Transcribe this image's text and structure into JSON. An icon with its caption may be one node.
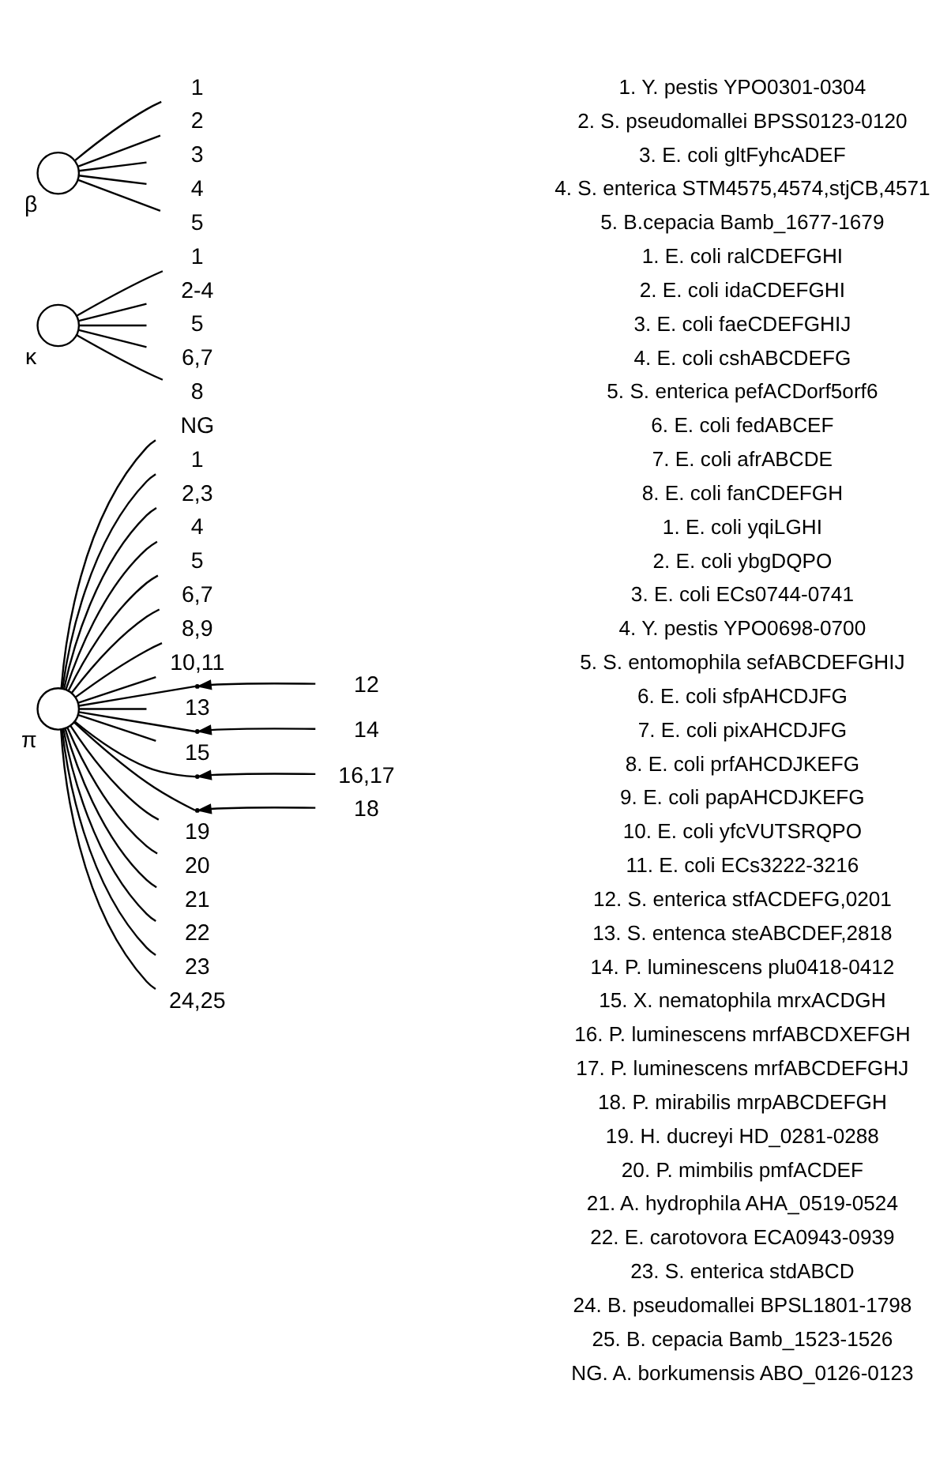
{
  "diagram": {
    "nodes": [
      {
        "text": [],
        "shape": "circle",
        "beside": [
          "β"
        ]
      },
      {
        "text": [
          "1"
        ]
      },
      {
        "text": [
          "2"
        ]
      },
      {
        "text": [
          "3"
        ]
      },
      {
        "text": [
          "4"
        ]
      },
      {
        "text": [
          "5"
        ]
      },
      {
        "text": [],
        "shape": "circle",
        "beside": [
          "κ"
        ]
      },
      {
        "text": [
          "1"
        ]
      },
      {
        "text": [
          "2-4"
        ]
      },
      {
        "text": [
          "5"
        ]
      },
      {
        "text": [
          "6,7"
        ]
      },
      {
        "text": [
          "8"
        ]
      },
      {
        "text": [],
        "shape": "circle",
        "beside": [
          "π"
        ]
      },
      {
        "text": [
          "NG"
        ]
      },
      {
        "text": [
          "1"
        ]
      },
      {
        "text": [
          "2,3"
        ]
      },
      {
        "text": [
          "4"
        ]
      },
      {
        "text": [
          "5"
        ]
      },
      {
        "text": [
          "6,7"
        ]
      },
      {
        "text": [
          "8,9"
        ]
      },
      {
        "text": [
          "10,11"
        ]
      },
      {
        "text": [],
        "shape": "bar"
      },
      {
        "text": [
          "12"
        ]
      },
      {
        "text": [
          "13"
        ]
      },
      {
        "text": [],
        "shape": "bar"
      },
      {
        "text": [
          "14"
        ]
      },
      {
        "text": [
          "15"
        ]
      },
      {
        "text": [],
        "shape": "bar"
      },
      {
        "text": [
          "16,17"
        ]
      },
      {
        "text": [],
        "shape": "bar"
      },
      {
        "text": [
          "18"
        ]
      },
      {
        "text": [
          "19"
        ]
      },
      {
        "text": [
          "20"
        ]
      },
      {
        "text": [
          "21"
        ]
      },
      {
        "text": [
          "22"
        ]
      },
      {
        "text": [
          "23"
        ]
      },
      {
        "text": [
          "24,25"
        ]
      }
    ],
    "edges": [
      {
        "from": 0,
        "to": 1,
        "arrow": "none"
      },
      {
        "from": 0,
        "to": 2,
        "arrow": "none"
      },
      {
        "from": 0,
        "to": 3,
        "arrow": "none"
      },
      {
        "from": 0,
        "to": 4,
        "arrow": "none"
      },
      {
        "from": 0,
        "to": 5,
        "arrow": "none"
      },
      {
        "from": 6,
        "to": 7,
        "arrow": "none"
      },
      {
        "from": 6,
        "to": 8,
        "arrow": "none"
      },
      {
        "from": 6,
        "to": 9,
        "arrow": "none"
      },
      {
        "from": 6,
        "to": 10,
        "arrow": "none"
      },
      {
        "from": 6,
        "to": 11,
        "arrow": "none"
      },
      {
        "from": 12,
        "to": 13,
        "arrow": "none"
      },
      {
        "from": 12,
        "to": 14,
        "arrow": "none"
      },
      {
        "from": 12,
        "to": 15,
        "arrow": "none"
      },
      {
        "from": 12,
        "to": 16,
        "arrow": "none"
      },
      {
        "from": 12,
        "to": 17,
        "arrow": "none"
      },
      {
        "from": 12,
        "to": 18,
        "arrow": "none"
      },
      {
        "from": 12,
        "to": 19,
        "arrow": "none"
      },
      {
        "from": 12,
        "to": 20,
        "arrow": "none"
      },
      {
        "from": 12,
        "to": 21,
        "arrow": "none"
      },
      {
        "from": 12,
        "to": 23,
        "arrow": "none"
      },
      {
        "from": 12,
        "to": 24,
        "arrow": "none"
      },
      {
        "from": 12,
        "to": 26,
        "arrow": "none"
      },
      {
        "from": 12,
        "to": 27,
        "arrow": "none"
      },
      {
        "from": 12,
        "to": 29,
        "arrow": "none"
      },
      {
        "from": 12,
        "to": 31,
        "arrow": "none"
      },
      {
        "from": 12,
        "to": 32,
        "arrow": "none"
      },
      {
        "from": 12,
        "to": 33,
        "arrow": "none"
      },
      {
        "from": 12,
        "to": 34,
        "arrow": "none"
      },
      {
        "from": 12,
        "to": 35,
        "arrow": "none"
      },
      {
        "from": 12,
        "to": 36,
        "arrow": "none"
      },
      {
        "from": 22,
        "to": 21,
        "arrow": "to"
      },
      {
        "from": 25,
        "to": 24,
        "arrow": "to"
      },
      {
        "from": 28,
        "to": 27,
        "arrow": "to"
      },
      {
        "from": 30,
        "to": 29,
        "arrow": "to"
      }
    ],
    "labels": [
      "1. Y. pestis YPO0301-0304",
      "2. S. pseudomallei BPSS0123-0120",
      "3. E. coli gltFyhcADEF",
      "4. S. enterica STM4575,4574,stjCB,4571",
      "5. B.cepacia Bamb_1677-1679",
      "1. E. coli ralCDEFGHI",
      "2. E. coli idaCDEFGHI",
      "3. E. coli faeCDEFGHIJ",
      "4. E. coli cshABCDEFG",
      "5. S. enterica pefACDorf5orf6",
      "6. E. coli fedABCEF",
      "7. E. coli afrABCDE",
      "8. E. coli fanCDEFGH",
      "1. E. coli yqiLGHI",
      "2. E. coli ybgDQPO",
      "3. E. coli ECs0744-0741",
      "4. Y. pestis YPO0698-0700",
      "5. S. entomophila sefABCDEFGHIJ",
      "6. E. coli sfpAHCDJFG",
      "7. E. coli pixAHCDJFG",
      "8. E. coli prfAHCDJKEFG",
      "9. E. coli papAHCDJKEFG",
      "10. E. coli yfcVUTSRQPO",
      "11. E. coli ECs3222-3216",
      "12. S. enterica stfACDEFG,0201",
      "13. S. entenca steABCDEF,2818",
      "14. P. luminescens plu0418-0412",
      "15. X. nematophila mrxACDGH",
      "16. P. luminescens mrfABCDXEFGH",
      "17. P. luminescens mrfABCDEFGHJ",
      "18. P. mirabilis mrpABCDEFGH",
      "19. H. ducreyi HD_0281-0288",
      "20. P. mimbilis pmfACDEF",
      "21. A. hydrophila AHA_0519-0524",
      "22. E. carotovora ECA0943-0939",
      "23. S. enterica stdABCD",
      "24. B. pseudomallei BPSL1801-1798",
      "25. B. cepacia Bamb_1523-1526",
      "NG. A. borkumensis ABO_0126-0123"
    ]
  }
}
